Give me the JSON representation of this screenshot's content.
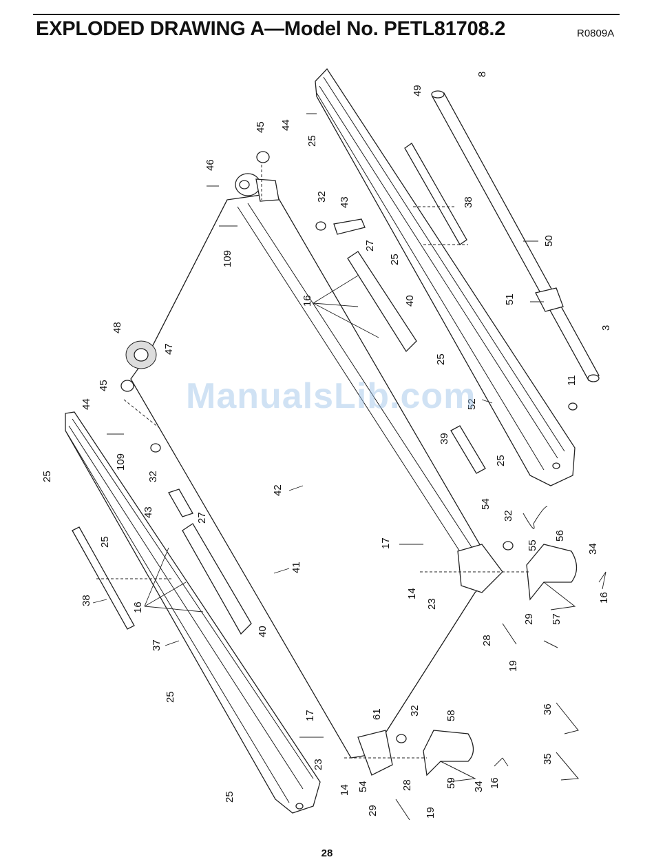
{
  "header": {
    "title": "EXPLODED DRAWING A—Model No. PETL81708.2",
    "code": "R0809A"
  },
  "footer": {
    "page_number": "28"
  },
  "watermark": "ManualsLib.com",
  "callouts": [
    "3",
    "8",
    "11",
    "14",
    "14",
    "16",
    "16",
    "16",
    "16",
    "17",
    "17",
    "19",
    "19",
    "23",
    "23",
    "25",
    "25",
    "25",
    "25",
    "25",
    "25",
    "25",
    "25",
    "27",
    "27",
    "28",
    "28",
    "29",
    "29",
    "32",
    "32",
    "32",
    "32",
    "34",
    "34",
    "35",
    "36",
    "37",
    "38",
    "38",
    "39",
    "40",
    "40",
    "41",
    "42",
    "43",
    "43",
    "44",
    "44",
    "45",
    "45",
    "46",
    "47",
    "48",
    "49",
    "50",
    "51",
    "52",
    "54",
    "54",
    "55",
    "56",
    "57",
    "58",
    "59",
    "61",
    "109",
    "109"
  ]
}
